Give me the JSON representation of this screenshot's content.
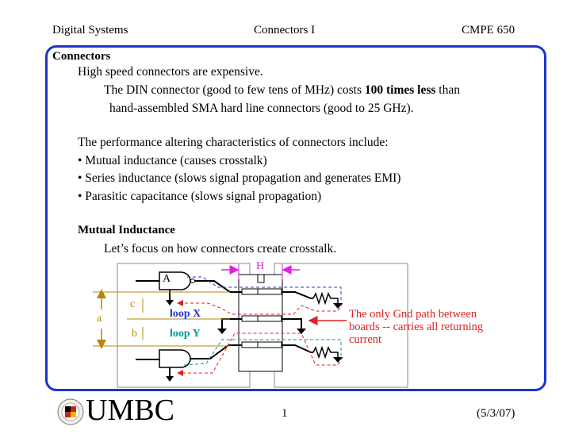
{
  "header": {
    "left": "Digital Systems",
    "center": "Connectors I",
    "right": "CMPE 650"
  },
  "body": {
    "heading": "Connectors",
    "line1": "High speed connectors are expensive.",
    "line2a": "The DIN connector (good to few tens of MHz) costs ",
    "line2b": "100 times less",
    "line2c": " than",
    "line3": "hand-assembled SMA hard line connectors (good to 25 GHz).",
    "intro": "The performance altering characteristics of connectors include:",
    "bullets": [
      "• Mutual inductance (causes crosstalk)",
      "• Series inductance (slows signal propagation and generates EMI)",
      "• Parasitic capacitance (slows signal propagation)"
    ],
    "subheading": "Mutual Inductance",
    "focus": "Let’s focus on how connectors create crosstalk."
  },
  "figure": {
    "gate_label": "A",
    "dim_h": "H",
    "dim_c": "c",
    "dim_a": "a",
    "dim_b": "b",
    "loop_x": "loop X",
    "loop_y": "loop Y",
    "annotation_lines": [
      "The only Gnd path between",
      "boards -- carries all returning",
      "current"
    ],
    "colors": {
      "blue": "#2233cc",
      "teal": "#009999",
      "red": "#dd2222",
      "magenta": "#dd22dd",
      "tan": "#b8860b"
    }
  },
  "footer": {
    "logo_text": "UMBC",
    "page": "1",
    "date": "(5/3/07)"
  }
}
